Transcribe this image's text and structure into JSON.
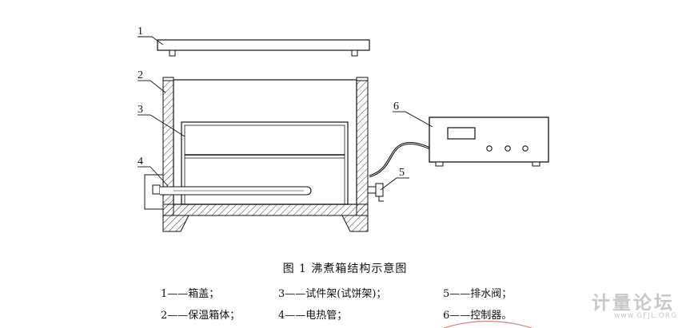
{
  "diagram": {
    "labels": {
      "n1": "1",
      "n2": "2",
      "n3": "3",
      "n4": "4",
      "n5": "5",
      "n6": "6"
    }
  },
  "caption": {
    "text": "图 1    沸煮箱结构示意图"
  },
  "legend": [
    {
      "text": "1——箱盖；"
    },
    {
      "text": "3——试件架(试饼架)；"
    },
    {
      "text": "5——排水阀；"
    },
    {
      "text": "2——保温箱体；"
    },
    {
      "text": "4——电热管；"
    },
    {
      "text": "6——控制器。"
    }
  ],
  "watermark": {
    "cn": "计量论坛",
    "en": "www.GFJL.ORG"
  },
  "colors": {
    "line": "#111111",
    "watermark": "#c8c8c8",
    "stamp": "#e08080"
  }
}
